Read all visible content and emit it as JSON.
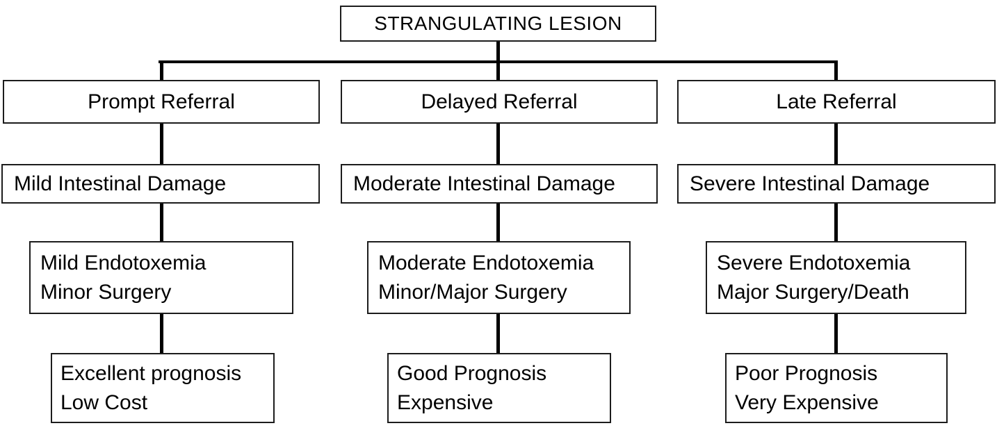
{
  "diagram": {
    "type": "flowchart",
    "root": {
      "label": "STRANGULATING LESION"
    },
    "columns": [
      {
        "referral": "Prompt Referral",
        "damage": "Mild Intestinal Damage",
        "outcome_line1": "Mild Endotoxemia",
        "outcome_line2": "Minor Surgery",
        "prognosis_line1": "Excellent prognosis",
        "prognosis_line2": "Low Cost"
      },
      {
        "referral": "Delayed Referral",
        "damage": "Moderate Intestinal Damage",
        "outcome_line1": "Moderate Endotoxemia",
        "outcome_line2": "Minor/Major Surgery",
        "prognosis_line1": "Good Prognosis",
        "prognosis_line2": "Expensive"
      },
      {
        "referral": "Late Referral",
        "damage": "Severe Intestinal Damage",
        "outcome_line1": "Severe Endotoxemia",
        "outcome_line2": "Major Surgery/Death",
        "prognosis_line1": "Poor Prognosis",
        "prognosis_line2": "Very Expensive"
      }
    ],
    "colors": {
      "background": "#ffffff",
      "box_border": "#1c1c1c",
      "connector": "#000000",
      "text": "#000000"
    }
  }
}
